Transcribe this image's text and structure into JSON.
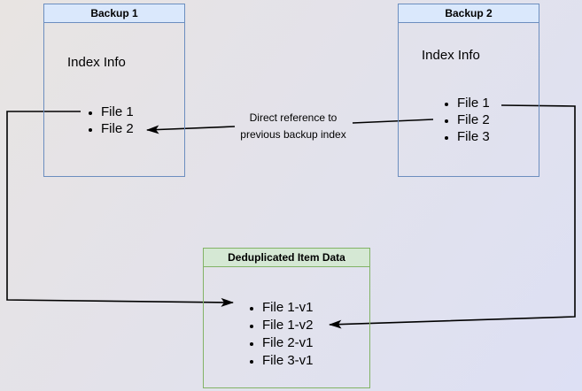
{
  "colors": {
    "canvas_from": "#e8e4e2",
    "canvas_to": "#dde0f4",
    "blue_fill": "#dae8fc",
    "blue_border": "#6c8ebf",
    "green_fill": "#d5e8d4",
    "green_border": "#82b366",
    "arrow": "#000000",
    "text": "#000000"
  },
  "backup1": {
    "title": "Backup 1",
    "subtitle": "Index Info",
    "files": [
      "File 1",
      "File 2"
    ]
  },
  "backup2": {
    "title": "Backup 2",
    "subtitle": "Index Info",
    "files": [
      "File 1",
      "File 2",
      "File 3"
    ]
  },
  "dedup": {
    "title": "Deduplicated Item Data",
    "files": [
      "File 1-v1",
      "File 1-v2",
      "File 2-v1",
      "File 3-v1"
    ]
  },
  "annotation": {
    "line1": "Direct reference to",
    "line2": "previous backup index"
  }
}
